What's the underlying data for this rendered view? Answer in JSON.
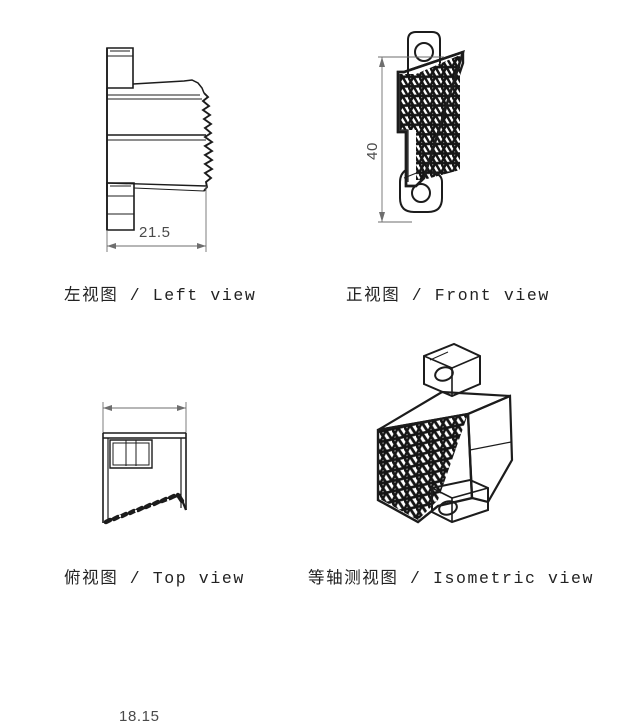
{
  "document": {
    "type": "technical-drawing",
    "sheet_size": "640x640",
    "background_color": "#ffffff",
    "line_color": "#1c1c1c",
    "dimension_color": "#6e6e6e"
  },
  "views": {
    "left": {
      "caption": "左视图 / Left view",
      "caption_cn": "左视图",
      "caption_en": "Left view",
      "dimension": {
        "value": "21.5",
        "orientation": "horizontal"
      }
    },
    "front": {
      "caption": "正视图 / Front view",
      "caption_cn": "正视图",
      "caption_en": "Front view",
      "dimension": {
        "value": "40",
        "orientation": "vertical"
      }
    },
    "top": {
      "caption": "俯视图 / Top view",
      "caption_cn": "俯视图",
      "caption_en": "Top view",
      "dimension": {
        "value": "18.15",
        "orientation": "horizontal"
      }
    },
    "isometric": {
      "caption": "等轴测视图 / Isometric view",
      "caption_cn": "等轴测视图",
      "caption_en": "Isometric view",
      "dimension": null
    }
  },
  "part": {
    "features": [
      "upper-mounting-tab-with-hole",
      "lower-mounting-tab-with-hole",
      "triangular-lattice-infill-web",
      "solid-outer-shell"
    ],
    "lattice_pattern": "triangular-mesh"
  }
}
